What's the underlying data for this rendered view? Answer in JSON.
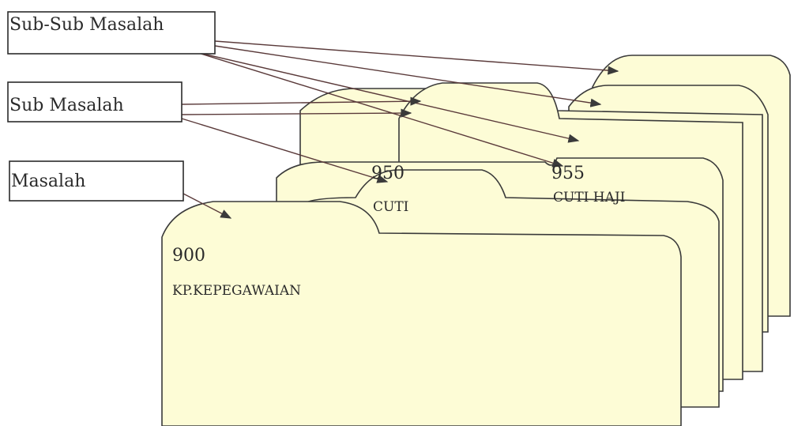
{
  "labels": {
    "subsub": "Sub-Sub Masalah",
    "sub": "Sub Masalah",
    "masalah": "Masalah"
  },
  "folders": {
    "main_code": "900",
    "main_name": "KP.KEPEGAWAIAN",
    "sub_code": "950",
    "sub_name": "CUTI",
    "subsub_code": "955",
    "subsub_name": "CUTI HAJI"
  },
  "colors": {
    "folder_fill": "#fdfcd6",
    "line": "#3a3a3a"
  }
}
